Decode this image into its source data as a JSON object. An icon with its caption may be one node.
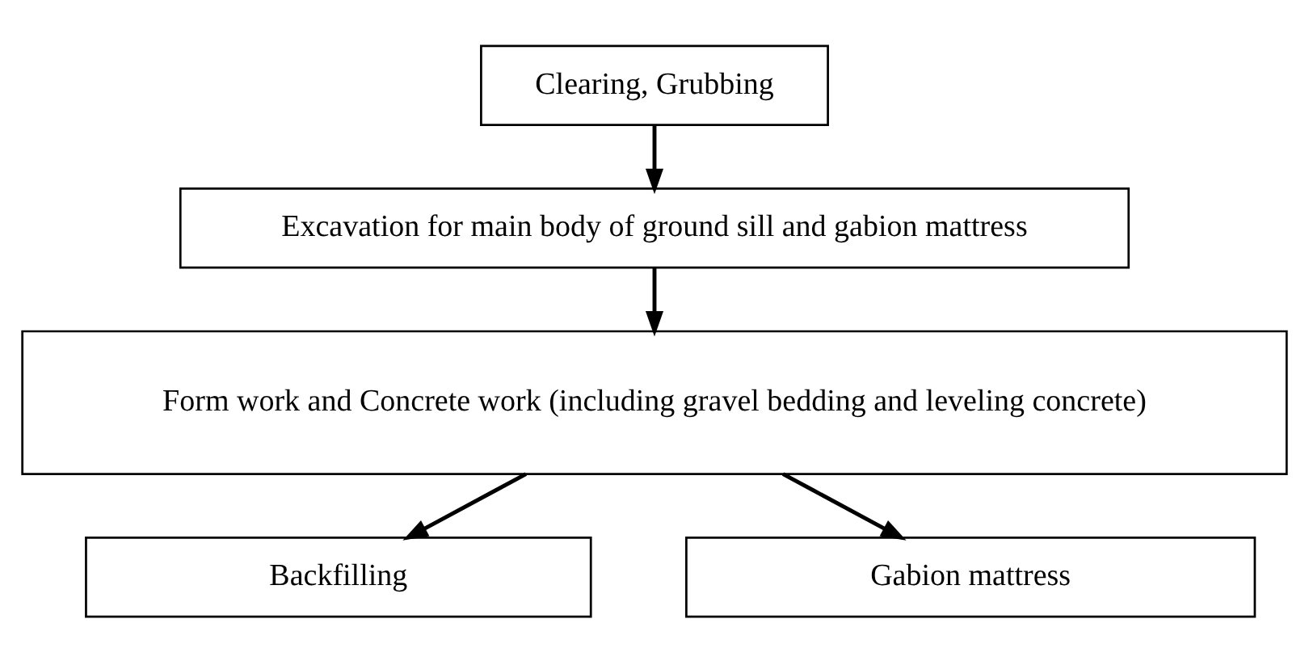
{
  "diagram": {
    "nodes": [
      {
        "text": [
          "Clearing, Grubbing"
        ]
      },
      {
        "text": [
          "Excavation for main body of ground sill and gabion mattress"
        ]
      },
      {
        "text": [
          "Form work and Concrete work (including gravel bedding and leveling concrete)"
        ]
      },
      {
        "text": [
          "Backfilling"
        ]
      },
      {
        "text": [
          "Gabion mattress"
        ]
      }
    ],
    "edges": [
      {
        "from": 0,
        "to": 1,
        "arrow": "to"
      },
      {
        "from": 1,
        "to": 2,
        "arrow": "to"
      },
      {
        "from": 2,
        "to": 3,
        "arrow": "to"
      },
      {
        "from": 2,
        "to": 4,
        "arrow": "to"
      }
    ]
  }
}
